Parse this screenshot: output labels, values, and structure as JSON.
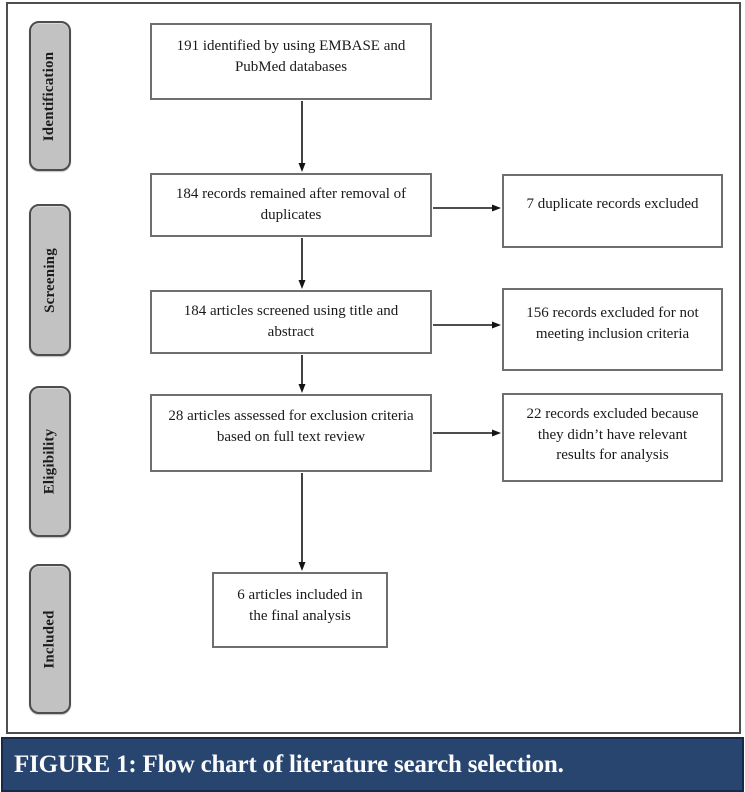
{
  "caption": {
    "text": "FIGURE 1: Flow chart of literature search selection."
  },
  "stages": [
    {
      "label": "Identification"
    },
    {
      "label": "Screening"
    },
    {
      "label": "Eligibility"
    },
    {
      "label": "Included"
    }
  ],
  "nodes": {
    "main": [
      {
        "id": "identified",
        "stage": "Identification",
        "text": "191 identified by using EMBASE and\nPubMed databases"
      },
      {
        "id": "dedup",
        "stage": "Screening",
        "text": "184 records remained after removal of\nduplicates"
      },
      {
        "id": "screened",
        "stage": "Screening",
        "text": "184 articles screened using title and\nabstract"
      },
      {
        "id": "assessed",
        "stage": "Eligibility",
        "text": "28 articles assessed for exclusion criteria\nbased on full text review"
      },
      {
        "id": "included",
        "stage": "Included",
        "text": "6 articles included in\nthe final analysis"
      }
    ],
    "excluded": [
      {
        "id": "excl-dup",
        "text": "7 duplicate records excluded"
      },
      {
        "id": "excl-crit",
        "text": "156 records excluded for not\nmeeting inclusion criteria"
      },
      {
        "id": "excl-rel",
        "text": "22 records excluded because\nthey didn’t have relevant\nresults for analysis"
      }
    ]
  },
  "edges": [
    {
      "from": "identified",
      "to": "dedup"
    },
    {
      "from": "dedup",
      "to": "screened"
    },
    {
      "from": "screened",
      "to": "assessed"
    },
    {
      "from": "assessed",
      "to": "included"
    },
    {
      "from": "dedup",
      "to": "excl-dup"
    },
    {
      "from": "screened",
      "to": "excl-crit"
    },
    {
      "from": "assessed",
      "to": "excl-rel"
    }
  ],
  "colors": {
    "caption_background": "#27456e",
    "caption_border": "#17294a",
    "caption_text": "#fbfbfb",
    "stage_background": "#c2c2c2",
    "stage_border": "#4d4d4d",
    "node_border": "#6f6f6f",
    "arrow": "#141414"
  }
}
